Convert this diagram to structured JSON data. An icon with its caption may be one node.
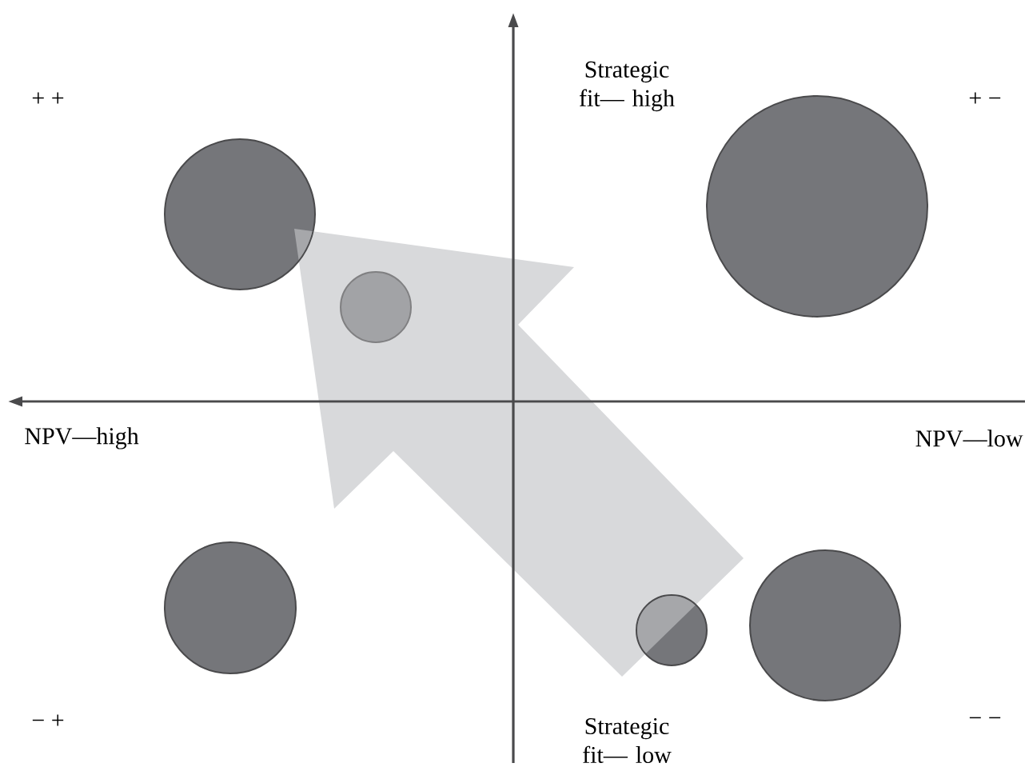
{
  "diagram": {
    "nodes": [
      {
        "text": [],
        "shape": "circle"
      },
      {
        "text": [],
        "shape": "circle"
      },
      {
        "text": [],
        "shape": "circle"
      },
      {
        "text": [],
        "shape": "circle"
      },
      {
        "text": [],
        "shape": "circle"
      },
      {
        "text": [],
        "shape": "circle"
      }
    ],
    "edges": [],
    "labels": [
      "Strategic fit— high",
      "+ +",
      "+ −",
      "NPV—high",
      "NPV—low",
      "− +",
      "− −",
      "Strategic fit— low"
    ]
  }
}
